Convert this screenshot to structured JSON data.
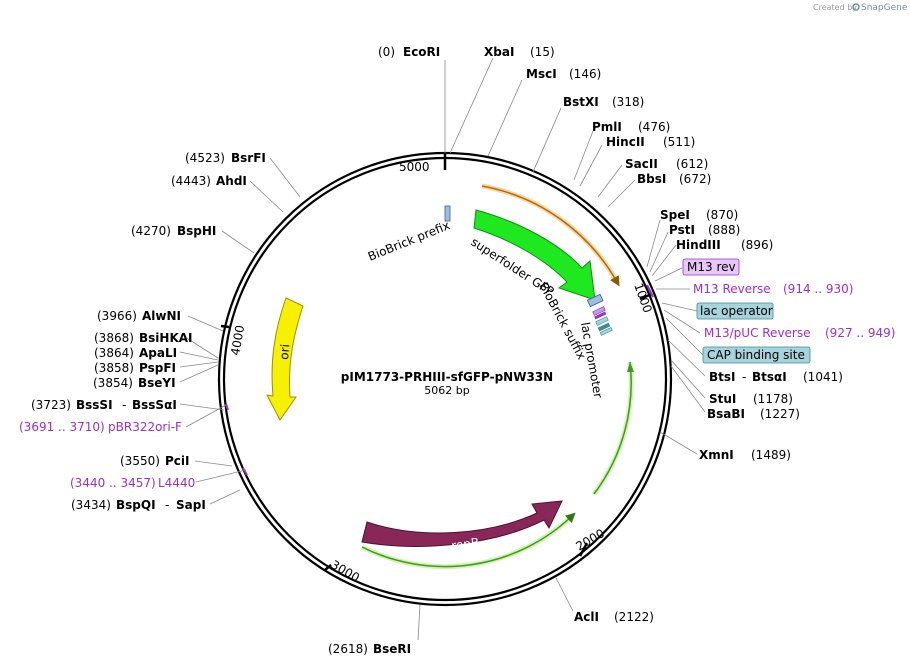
{
  "credit": {
    "prefix": "Created by",
    "brand": "SnapGene"
  },
  "plasmid": {
    "name": "pIM1773-PRHIII-sfGFP-pNW33N",
    "length_label": "5062 bp",
    "length": 5062
  },
  "ticks": [
    {
      "label": "5000"
    },
    {
      "label": "1000"
    },
    {
      "label": "2000"
    },
    {
      "label": "3000"
    },
    {
      "label": "4000"
    }
  ],
  "features": [
    {
      "name": "superfolder GFP",
      "color": "#1ee81e"
    },
    {
      "name": "ori",
      "color": "#f7f000"
    },
    {
      "name": "repB",
      "color": "#8a2759"
    },
    {
      "name": "BioBrick prefix",
      "color": "#9fbde0"
    },
    {
      "name": "BioBrick suffix",
      "color": "#9fbde0"
    },
    {
      "name": "lac promoter",
      "color": "#3c8a99"
    }
  ],
  "sites": [
    {
      "name": "EcoRI",
      "pos": "(0)"
    },
    {
      "name": "XbaI",
      "pos": "(15)"
    },
    {
      "name": "MscI",
      "pos": "(146)"
    },
    {
      "name": "BstXI",
      "pos": "(318)"
    },
    {
      "name": "PmlI",
      "pos": "(476)"
    },
    {
      "name": "HincII",
      "pos": "(511)"
    },
    {
      "name": "SacII",
      "pos": "(612)"
    },
    {
      "name": "BbsI",
      "pos": "(672)"
    },
    {
      "name": "SpeI",
      "pos": "(870)"
    },
    {
      "name": "PstI",
      "pos": "(888)"
    },
    {
      "name": "HindIII",
      "pos": "(896)"
    },
    {
      "name": "BtsI",
      "name2": "BtsαI",
      "pos": "(1041)"
    },
    {
      "name": "StuI",
      "pos": "(1178)"
    },
    {
      "name": "BsaBI",
      "pos": "(1227)"
    },
    {
      "name": "XmnI",
      "pos": "(1489)"
    },
    {
      "name": "AclI",
      "pos": "(2122)"
    },
    {
      "name": "BseRI",
      "pos": "(2618)"
    },
    {
      "name": "BspQI",
      "name2": "SapI",
      "pos": "(3434)"
    },
    {
      "name": "PciI",
      "pos": "(3550)"
    },
    {
      "name": "BssSI",
      "name2": "BssSαI",
      "pos": "(3723)"
    },
    {
      "name": "BseYI",
      "pos": "(3854)"
    },
    {
      "name": "PspFI",
      "pos": "(3858)"
    },
    {
      "name": "ApaLI",
      "pos": "(3864)"
    },
    {
      "name": "BsiHKAI",
      "pos": "(3868)"
    },
    {
      "name": "AlwNI",
      "pos": "(3966)"
    },
    {
      "name": "BspHI",
      "pos": "(4270)"
    },
    {
      "name": "AhdI",
      "pos": "(4443)"
    },
    {
      "name": "BsrFI",
      "pos": "(4523)"
    }
  ],
  "primers": [
    {
      "name": "M13 rev",
      "style": "box",
      "color": "#e6c8f5"
    },
    {
      "name": "M13 Reverse",
      "range": "(914 .. 930)"
    },
    {
      "name": "M13/pUC Reverse",
      "range": "(927 .. 949)"
    },
    {
      "name": "pBR322ori-F",
      "range": "(3691 .. 3710)"
    },
    {
      "name": "L4440",
      "range": "(3440 .. 3457)"
    }
  ],
  "boxed_features": [
    {
      "name": "lac operator",
      "color": "#a6d3dc"
    },
    {
      "name": "CAP binding site",
      "color": "#a6d3dc"
    }
  ],
  "colors": {
    "backbone": "#000000",
    "primer": "#9b2fc9",
    "gfp_line": "#e8a33a",
    "repb_line": "#7acc2b"
  }
}
